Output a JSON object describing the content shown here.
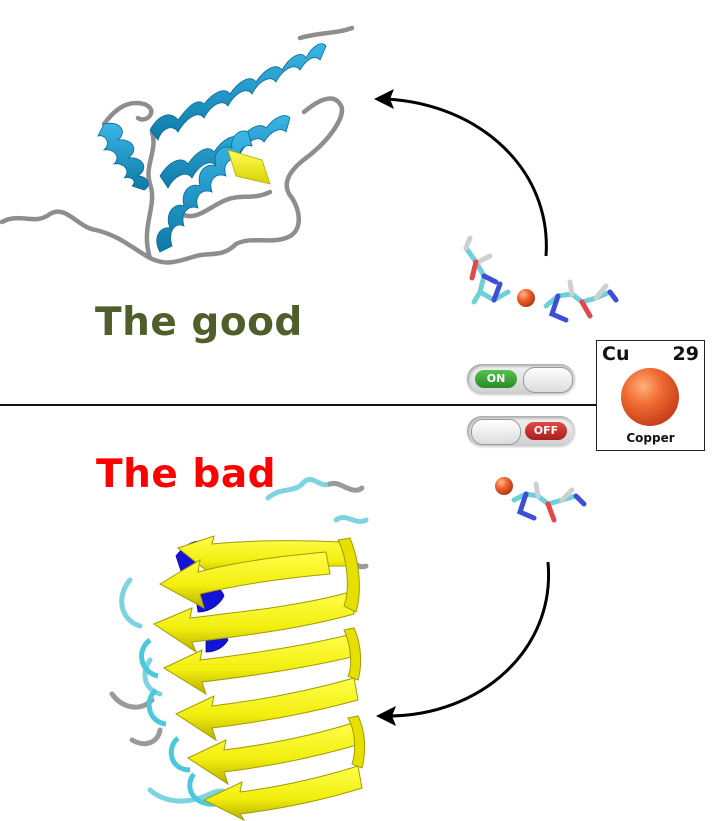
{
  "labels": {
    "good": "The good",
    "bad": "The bad"
  },
  "switches": {
    "on_label": "ON",
    "off_label": "OFF"
  },
  "element": {
    "symbol": "Cu",
    "atomic_number": "29",
    "name": "Copper"
  },
  "colors": {
    "good_label": "#4f5e2b",
    "bad_label": "#ff0000",
    "helix": "#1e9ccf",
    "sheet": "#f6f21a",
    "coil": "#8c8c8c",
    "copper": "#e85b2a",
    "switch_on": "#3aa336",
    "switch_off": "#c82a27"
  },
  "icons": [
    "normal-protein-helix-structure",
    "amyloid-beta-sheet-fibril-structure",
    "copper-histidine-complex-icon",
    "copper-atom-icon",
    "curved-arrow-up-icon",
    "curved-arrow-down-icon",
    "toggle-switch-on-icon",
    "toggle-switch-off-icon"
  ]
}
